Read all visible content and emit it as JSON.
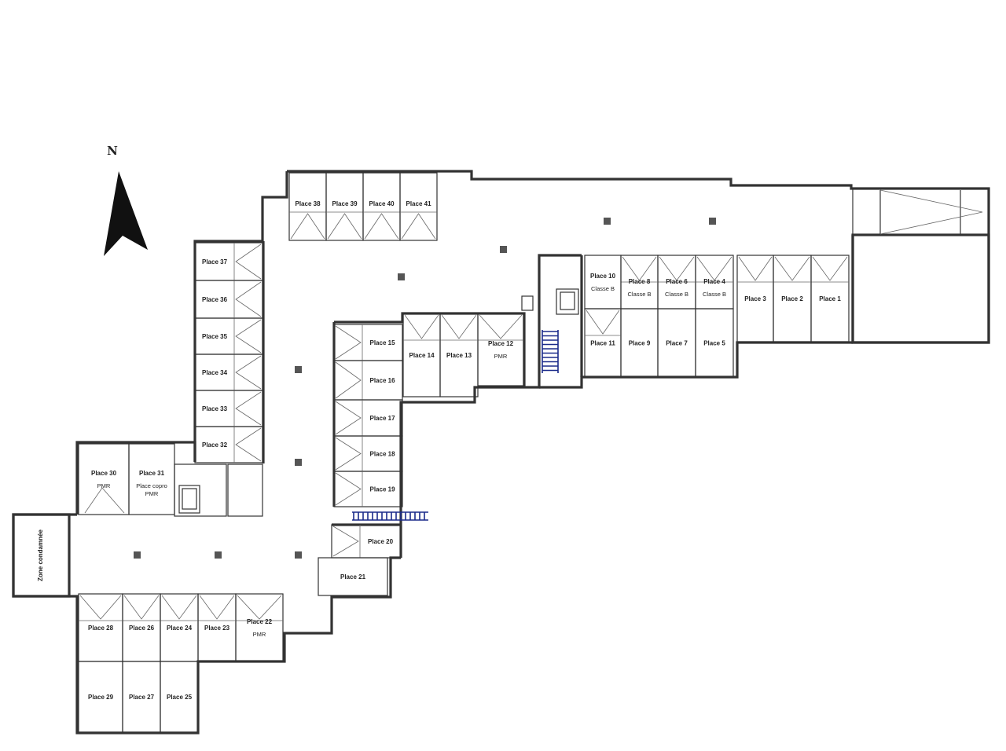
{
  "plan": {
    "north_label": "N",
    "zone_label": "Zone condamnée",
    "colors": {
      "wall": "#333333",
      "stairs": "#1a2a8a",
      "pillar": "#555555"
    },
    "places": [
      {
        "id": "p1",
        "label": "Place 1"
      },
      {
        "id": "p2",
        "label": "Place 2"
      },
      {
        "id": "p3",
        "label": "Place 3"
      },
      {
        "id": "p4",
        "label": "Place 4",
        "sub": "Classe B"
      },
      {
        "id": "p5",
        "label": "Place 5"
      },
      {
        "id": "p6",
        "label": "Place 6",
        "sub": "Classe B"
      },
      {
        "id": "p7",
        "label": "Place 7"
      },
      {
        "id": "p8",
        "label": "Place 8",
        "sub": "Classe B"
      },
      {
        "id": "p9",
        "label": "Place 9"
      },
      {
        "id": "p10",
        "label": "Place 10",
        "sub": "Classe B"
      },
      {
        "id": "p11",
        "label": "Place 11"
      },
      {
        "id": "p12",
        "label": "Place 12",
        "sub": "PMR"
      },
      {
        "id": "p13",
        "label": "Place 13"
      },
      {
        "id": "p14",
        "label": "Place 14"
      },
      {
        "id": "p15",
        "label": "Place 15"
      },
      {
        "id": "p16",
        "label": "Place 16"
      },
      {
        "id": "p17",
        "label": "Place 17"
      },
      {
        "id": "p18",
        "label": "Place 18"
      },
      {
        "id": "p19",
        "label": "Place 19"
      },
      {
        "id": "p20",
        "label": "Place 20"
      },
      {
        "id": "p21",
        "label": "Place 21"
      },
      {
        "id": "p22",
        "label": "Place 22",
        "sub": "PMR"
      },
      {
        "id": "p23",
        "label": "Place 23"
      },
      {
        "id": "p24",
        "label": "Place 24"
      },
      {
        "id": "p25",
        "label": "Place 25"
      },
      {
        "id": "p26",
        "label": "Place 26"
      },
      {
        "id": "p27",
        "label": "Place 27"
      },
      {
        "id": "p28",
        "label": "Place 28"
      },
      {
        "id": "p29",
        "label": "Place 29"
      },
      {
        "id": "p30",
        "label": "Place 30",
        "sub": "PMR"
      },
      {
        "id": "p31",
        "label": "Place 31",
        "sub": "Place copro",
        "sub2": "PMR"
      },
      {
        "id": "p32",
        "label": "Place 32"
      },
      {
        "id": "p33",
        "label": "Place 33"
      },
      {
        "id": "p34",
        "label": "Place 34"
      },
      {
        "id": "p35",
        "label": "Place 35"
      },
      {
        "id": "p36",
        "label": "Place 36"
      },
      {
        "id": "p37",
        "label": "Place 37"
      },
      {
        "id": "p38",
        "label": "Place 38"
      },
      {
        "id": "p39",
        "label": "Place 39"
      },
      {
        "id": "p40",
        "label": "Place 40"
      },
      {
        "id": "p41",
        "label": "Place 41"
      }
    ]
  }
}
